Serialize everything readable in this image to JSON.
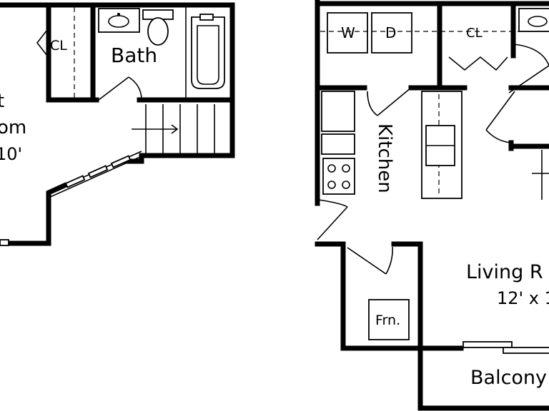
{
  "labels": {
    "closet_left": "CL",
    "bath": "Bath",
    "bedroom_partial_1": "t",
    "bedroom_partial_2": "om",
    "bedroom_partial_3": "10'",
    "washer": "W",
    "dryer": "D",
    "closet_right": "CL",
    "kitchen": "Kitchen",
    "living_room": "Living R",
    "living_room_dims": "12' x 1",
    "furnace": "Frn.",
    "balcony": "Balcony"
  }
}
